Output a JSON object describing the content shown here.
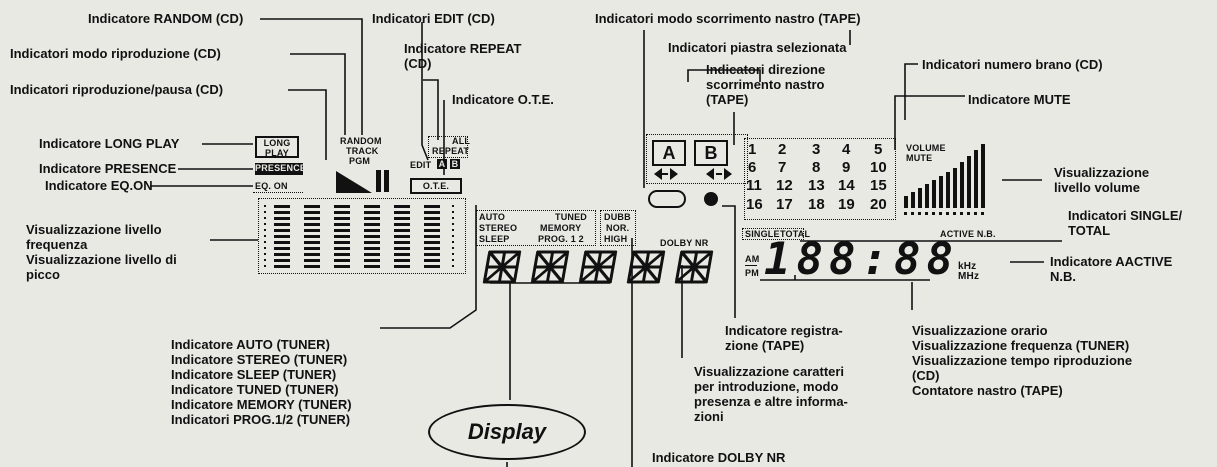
{
  "labels": {
    "random_cd": "Indicatore RANDOM (CD)",
    "edit_cd": "Indicatori EDIT (CD)",
    "tape_mode": "Indicatori modo scorrimento nastro (TAPE)",
    "play_mode": "Indicatori modo riproduzione (CD)",
    "repeat_cd": "Indicatore REPEAT\n(CD)",
    "deck_selected": "Indicatori piastra selezionata",
    "tape_direction": "Indicatori direzione\nscorrimento nastro\n(TAPE)",
    "track_number": "Indicatori numero brano (CD)",
    "play_pause": "Indicatori riproduzione/pausa (CD)",
    "ote": "Indicatore O.T.E.",
    "mute": "Indicatore MUTE",
    "long_play": "Indicatore LONG PLAY",
    "presence": "Indicatore PRESENCE",
    "eq_on": "Indicatore EQ.ON",
    "volume_level": "Visualizzazione\nlivello volume",
    "freq_level": "Visualizzazione livello\nfrequenza\nVisualizzazione livello di\npicco",
    "single_total": "Indicatori SINGLE/\nTOTAL",
    "active_nb": "Indicatore AACTIVE\nN.B.",
    "tuner_list": "Indicatore AUTO (TUNER)\nIndicatore STEREO (TUNER)\nIndicatore SLEEP (TUNER)\nIndicatore TUNED (TUNER)\nIndicatore MEMORY (TUNER)\nIndicatori PROG.1/2 (TUNER)",
    "record": "Indicatore registra-\nzione (TAPE)",
    "chars": "Visualizzazione caratteri\nper introduzione, modo\npresenza e altre informa-\nzioni",
    "clock": "Visualizzazione orario\nVisualizzazione frequenza (TUNER)\nVisualizzazione tempo riproduzione\n(CD)\nContatore nastro (TAPE)",
    "dolby": "Indicatore DOLBY NR",
    "display_title": "Display"
  },
  "panel": {
    "long_play": "LONG\nPLAY",
    "presence": "PRESENCE",
    "eq_on": "EQ. ON",
    "random": "RANDOM",
    "track": "TRACK",
    "pgm": "PGM",
    "all": "ALL",
    "repeat": "REPEAT",
    "edit": "EDIT",
    "edit_a": "A",
    "edit_b": "B",
    "ote": "O.T.E.",
    "auto": "AUTO",
    "tuned": "TUNED",
    "stereo": "STEREO",
    "memory": "MEMORY",
    "sleep": "SLEEP",
    "prog": "PROG. 1 2",
    "dubb": "DUBB",
    "nor": "NOR.",
    "high": "HIGH",
    "dolby_nr": "DOLBY NR",
    "deck_a": "A",
    "deck_b": "B",
    "track_numbers": [
      "1",
      "2",
      "3",
      "4",
      "5",
      "6",
      "7",
      "8",
      "9",
      "10",
      "11",
      "12",
      "13",
      "14",
      "15",
      "16",
      "17",
      "18",
      "19",
      "20"
    ],
    "volume": "VOLUME",
    "mute": "MUTE",
    "single": "SINGLE",
    "total": "TOTAL",
    "active_nb": "ACTIVE N.B.",
    "am": "AM",
    "pm": "PM",
    "clock_digits": "188:88",
    "khz": "kHz",
    "mhz": "MHz"
  }
}
